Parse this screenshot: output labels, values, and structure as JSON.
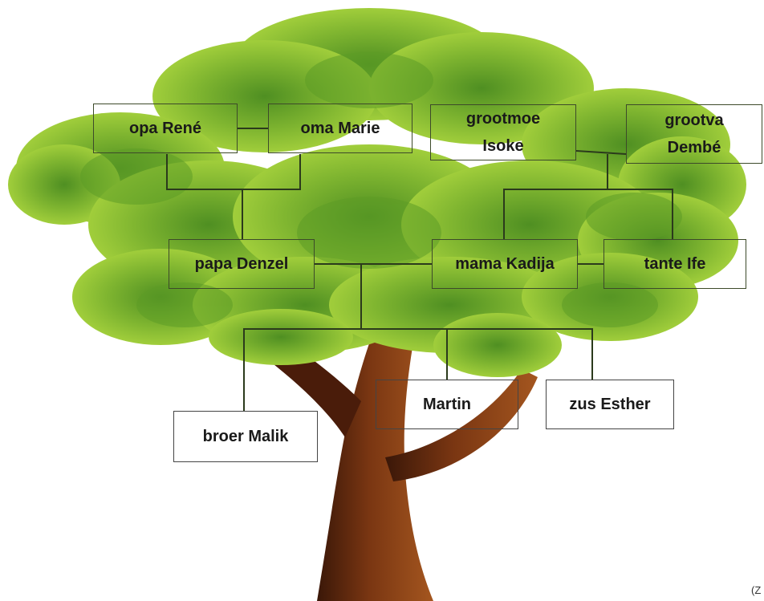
{
  "members": {
    "opa_rene": "opa René",
    "oma_marie": "oma Marie",
    "grootmoe_isoke": "grootmoe\nIsoke",
    "grootva_dembe": "grootva\nDembé",
    "papa_denzel": "papa Denzel",
    "mama_kadija": "mama Kadija",
    "tante_ife": "tante Ife",
    "broer_malik": "broer Malik",
    "martin": "Martin",
    "zus_esther": "zus Esther"
  },
  "credit": "(Z",
  "colors": {
    "foliage_light": "#a4cf3c",
    "foliage_dark": "#4f8f22",
    "trunk_light": "#a0521e",
    "trunk_dark": "#3a1708",
    "connector": "#2b3a1c"
  }
}
